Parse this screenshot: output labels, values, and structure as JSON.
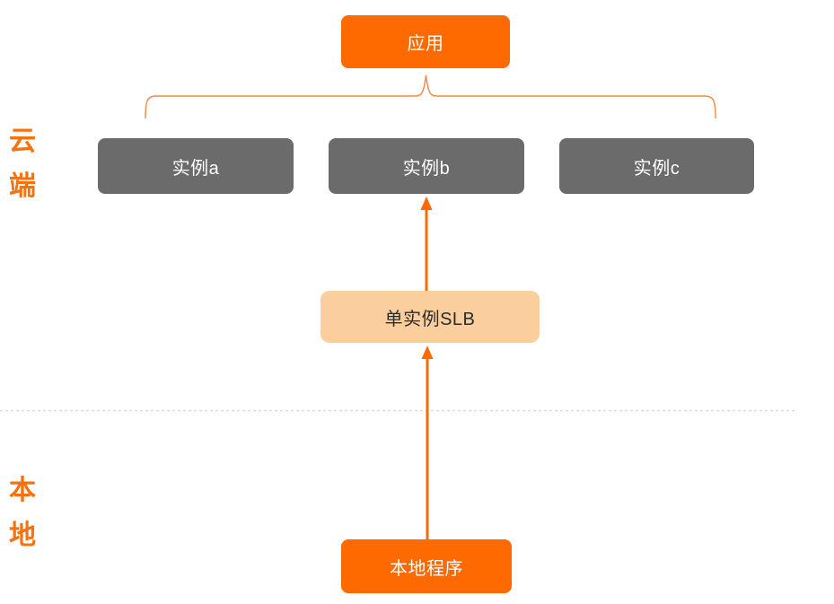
{
  "diagram": {
    "app_box": {
      "label": "应用"
    },
    "instances": [
      {
        "label": "实例a"
      },
      {
        "label": "实例b"
      },
      {
        "label": "实例c"
      }
    ],
    "slb_box": {
      "label": "单实例SLB"
    },
    "local_box": {
      "label": "本地程序"
    },
    "cloud_zone_label": "云端",
    "local_zone_label": "本地",
    "connections": [
      {
        "from": "本地程序",
        "to": "单实例SLB",
        "type": "arrow-up"
      },
      {
        "from": "单实例SLB",
        "to": "实例b",
        "type": "arrow-up"
      },
      {
        "from": "应用",
        "to": "实例a,实例b,实例c",
        "type": "brace-fanout"
      }
    ]
  },
  "colors": {
    "accent_orange": "#FF6A00",
    "instance_gray": "#6B6B6B",
    "slb_peach": "#FBCE9E",
    "zone_label_orange": "#F7710D",
    "brace_orange": "#F9873F",
    "divider_gray": "#DCDCDC"
  }
}
